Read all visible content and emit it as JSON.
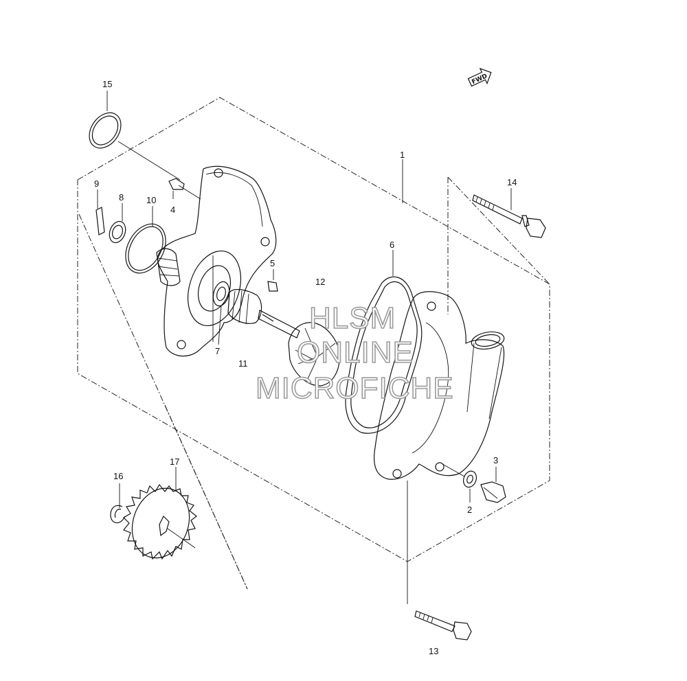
{
  "parts": [
    {
      "id": "p1",
      "label": "1"
    },
    {
      "id": "p2",
      "label": "2"
    },
    {
      "id": "p3",
      "label": "3"
    },
    {
      "id": "p4",
      "label": "4"
    },
    {
      "id": "p5",
      "label": "5"
    },
    {
      "id": "p6",
      "label": "6"
    },
    {
      "id": "p7",
      "label": "7"
    },
    {
      "id": "p8",
      "label": "8"
    },
    {
      "id": "p9",
      "label": "9"
    },
    {
      "id": "p10",
      "label": "10"
    },
    {
      "id": "p11",
      "label": "11"
    },
    {
      "id": "p12",
      "label": "12"
    },
    {
      "id": "p13",
      "label": "13"
    },
    {
      "id": "p14",
      "label": "14"
    },
    {
      "id": "p15",
      "label": "15"
    },
    {
      "id": "p16",
      "label": "16"
    },
    {
      "id": "p17",
      "label": "17"
    }
  ],
  "direction_marker": "FWD",
  "watermark": {
    "line1": "HLSM",
    "line2": "ONLINE",
    "line3": "MICROFICHE"
  }
}
